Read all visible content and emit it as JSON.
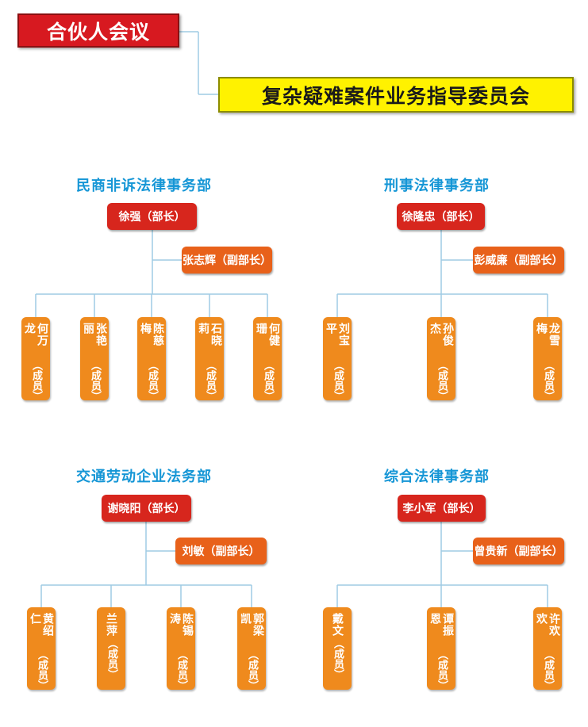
{
  "header": {
    "top_title": "合伙人会议",
    "committee": "复杂疑难案件业务指导委员会"
  },
  "colors": {
    "red": "#d71920",
    "yellow": "#fff200",
    "orange": "#ef8a1d",
    "deputy_orange": "#e8611a",
    "title_blue": "#1596d6",
    "line_blue": "#9fcbe4"
  },
  "departments": [
    {
      "title": "民商非诉法律事务部",
      "head": "徐强（部长）",
      "deputy": "张志辉（副部长）",
      "members": [
        {
          "name": "何万龙",
          "role": "（成员）"
        },
        {
          "name": "张艳丽",
          "role": "（成员）"
        },
        {
          "name": "陈慈梅",
          "role": "（成员）"
        },
        {
          "name": "石晓莉",
          "role": "（成员）"
        },
        {
          "name": "何健珊",
          "role": "（成员）"
        }
      ]
    },
    {
      "title": "刑事法律事务部",
      "head": "徐隆忠（部长）",
      "deputy": "彭威廉（副部长）",
      "members": [
        {
          "name": "刘宝平",
          "role": "（成员）"
        },
        {
          "name": "孙俊杰",
          "role": "（成员）"
        },
        {
          "name": "龙雪梅",
          "role": "（成员）"
        }
      ]
    },
    {
      "title": "交通劳动企业法务部",
      "head": "谢晓阳（部长）",
      "deputy": "刘敏（副部长）",
      "members": [
        {
          "name": "黄绍仁",
          "role": "（成员）"
        },
        {
          "name": "兰萍",
          "role": "（成员）"
        },
        {
          "name": "陈锡涛",
          "role": "（成员）"
        },
        {
          "name": "郭梁凯",
          "role": "（成员）"
        }
      ]
    },
    {
      "title": "综合法律事务部",
      "head": "李小军（部长）",
      "deputy": "曾贵新（副部长）",
      "members": [
        {
          "name": "戴文",
          "role": "（成员）"
        },
        {
          "name": "谭振恩",
          "role": "（成员）"
        },
        {
          "name": "许欢欢",
          "role": "（成员）"
        }
      ]
    }
  ]
}
